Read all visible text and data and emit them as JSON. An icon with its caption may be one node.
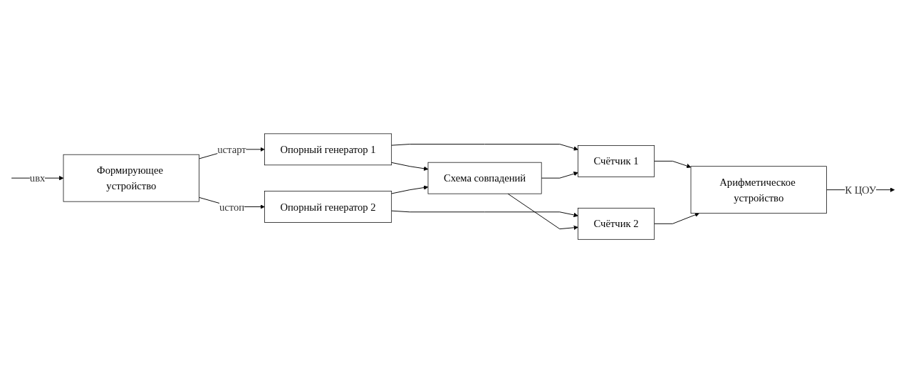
{
  "diagram": {
    "nodes": [
      {
        "text": [
          "Формирующее устройство"
        ]
      },
      {
        "text": [
          "Опорный генератор 1"
        ]
      },
      {
        "text": [
          "Опорный генератор 2"
        ]
      },
      {
        "text": [
          "Схема совпадений"
        ]
      },
      {
        "text": [
          "Счётчик 1"
        ]
      },
      {
        "text": [
          "Счётчик 2"
        ]
      },
      {
        "text": [
          "Арифметическое устройство"
        ]
      }
    ],
    "edges": [
      {
        "from": null,
        "to": 0,
        "arrow": "to",
        "label": "uвх"
      },
      {
        "from": 0,
        "to": 1,
        "arrow": "to",
        "label": "uстарт"
      },
      {
        "from": 0,
        "to": 2,
        "arrow": "to",
        "label": "uстоп"
      },
      {
        "from": 1,
        "to": 3,
        "arrow": "to"
      },
      {
        "from": 2,
        "to": 3,
        "arrow": "to"
      },
      {
        "from": 1,
        "to": 4,
        "arrow": "to"
      },
      {
        "from": 3,
        "to": 4,
        "arrow": "to"
      },
      {
        "from": 2,
        "to": 5,
        "arrow": "to"
      },
      {
        "from": 3,
        "to": 5,
        "arrow": "to"
      },
      {
        "from": 4,
        "to": 6,
        "arrow": "to"
      },
      {
        "from": 5,
        "to": 6,
        "arrow": "to"
      },
      {
        "from": 6,
        "to": null,
        "arrow": "to",
        "label": "К ЦОУ"
      }
    ]
  }
}
